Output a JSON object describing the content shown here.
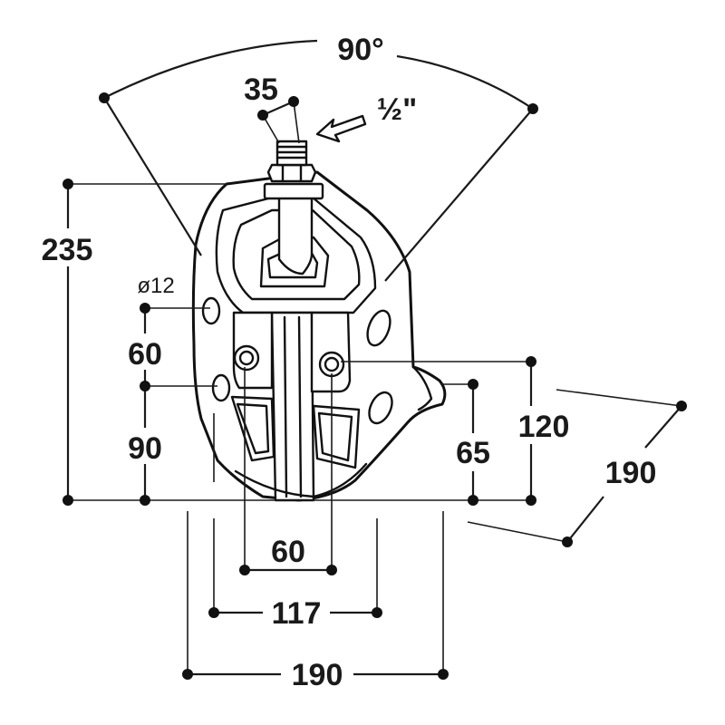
{
  "dimensions": {
    "angle": "90°",
    "nipple_width": "35",
    "thread": "½\"",
    "total_height": "235",
    "hole_diameter": "ø12",
    "hole_spacing_vertical": "60",
    "hole_height": "90",
    "side_height_120": "120",
    "side_height_65": "65",
    "depth": "190",
    "bottom_hole_spacing": "60",
    "bottom_mid_width": "117",
    "bottom_total_width": "190"
  }
}
